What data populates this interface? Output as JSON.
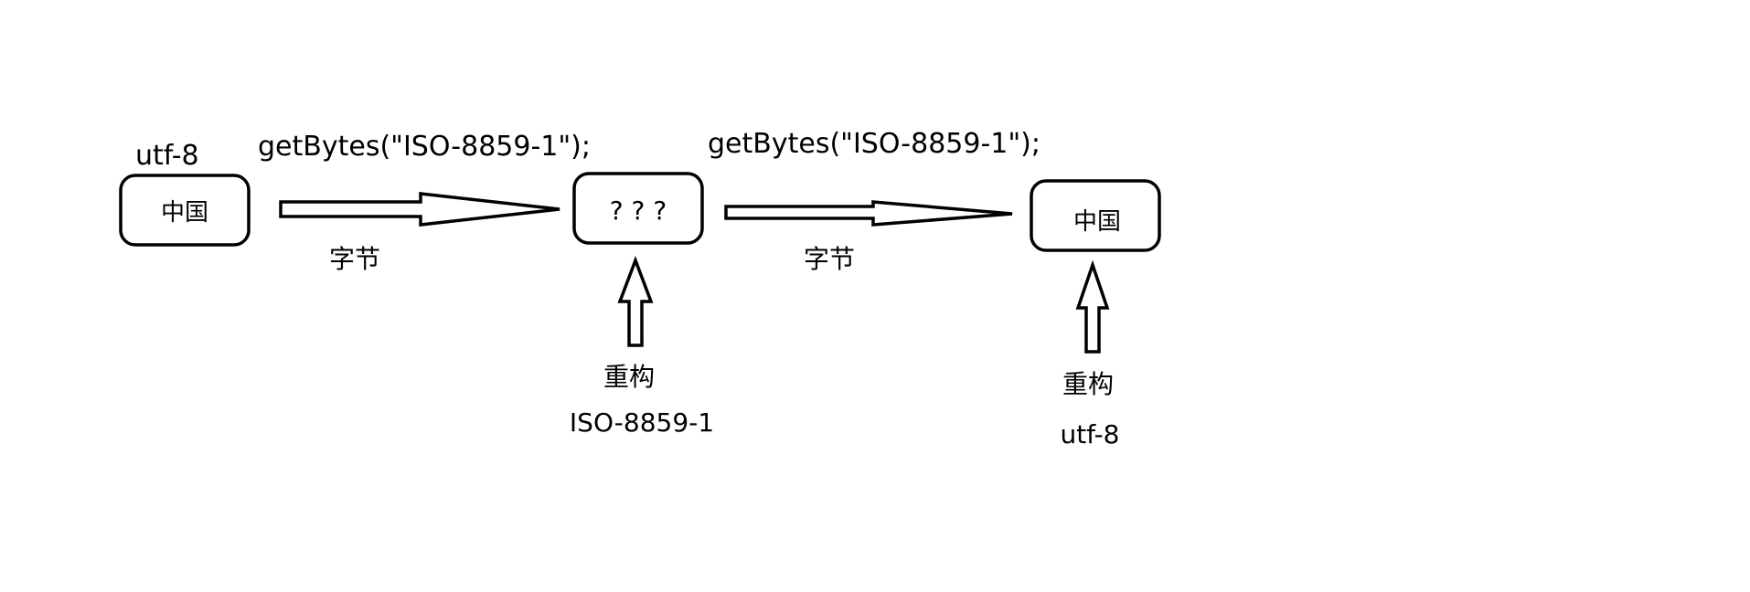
{
  "diagram": {
    "left": {
      "encoding": "utf-8",
      "box_text": "中国"
    },
    "arrow1": {
      "call": "getBytes(\"ISO-8859-1\");",
      "caption": "字节"
    },
    "middle": {
      "box_text": "? ? ?",
      "up_caption": "重构",
      "up_encoding": "ISO-8859-1"
    },
    "arrow2": {
      "call": "getBytes(\"ISO-8859-1\");",
      "caption": "字节"
    },
    "right": {
      "box_text": "中国",
      "up_caption": "重构",
      "up_encoding": "utf-8"
    }
  }
}
